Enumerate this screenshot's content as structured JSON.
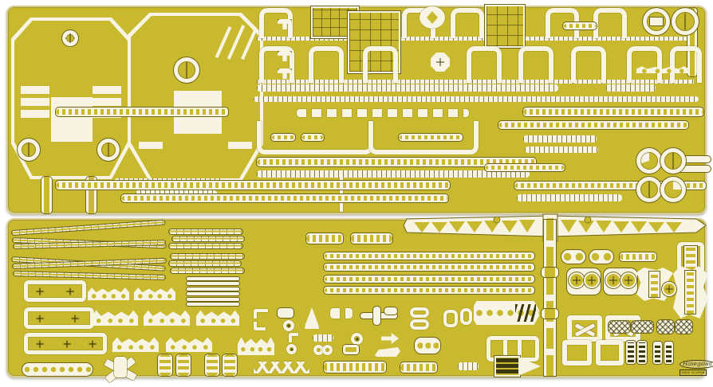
{
  "meta": {
    "description": "Product photo of a photo-etched brass detail parts sheet for a 1/350 scale warship model kit: two gold-yellow etch frets on a white background, filled with ship detail parts."
  },
  "colors": {
    "bg": "#ffffff",
    "sheet": "#c9b92e",
    "sheet2": "#a3931f",
    "white": "#f7f4e4",
    "line": "#6f6414",
    "dark": "#3c370c"
  },
  "logo": {
    "brand": "Hasegawa",
    "caption": "MADE IN JAPAN"
  },
  "inventory": {
    "upper_fret": [
      "turret roof plate with grid tread",
      "turret roof plate with diamond tread",
      "deck support arch frames",
      "railing and ladder strips",
      "walkway U-frames",
      "searchlight platform rings",
      "cable reel disc pairs"
    ],
    "lower_fret": [
      "yardarm spar fans",
      "aircraft catapult truss",
      "crane post",
      "inclined ladder strips",
      "hatch frames with hinge marks",
      "boat chock crowns",
      "funnel grille",
      "X-braced supports",
      "square frames",
      "maker logo"
    ]
  }
}
